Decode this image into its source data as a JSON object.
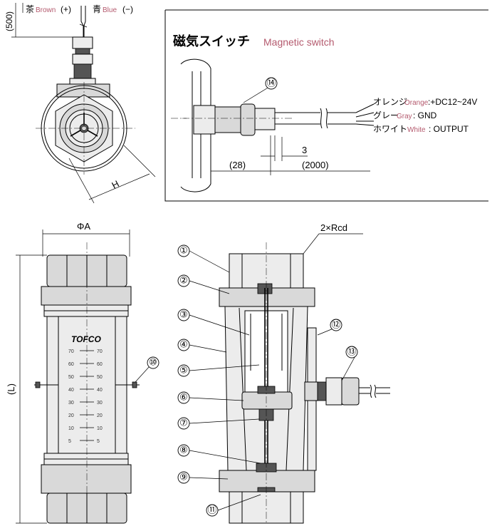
{
  "top_wires": {
    "dim_500": "(500)",
    "brown_jp": "茶",
    "brown_en": "Brown",
    "plus": "(+)",
    "blue_jp": "青",
    "blue_en": "Blue",
    "minus": "(−)",
    "hex_dim": "H"
  },
  "switch_box": {
    "title_jp": "磁気スイッチ",
    "title_en": "Magnetic switch",
    "callout": "⑭",
    "orange_jp": "オレンジ",
    "orange_en": "Orange",
    "orange_val": ":+DC12~24V",
    "gray_jp": "グレー",
    "gray_en": "Gray",
    "gray_val": ": GND",
    "white_jp": "ホワイト",
    "white_en": "White",
    "white_val": ": OUTPUT",
    "dim_3": "3",
    "dim_28": "(28)",
    "dim_2000": "(2000)"
  },
  "front_view": {
    "dim_a": "ΦA",
    "dim_l": "(L)",
    "brand": "TOFCO",
    "callout_10": "⑩",
    "scale_left": [
      "70",
      "60",
      "50",
      "40",
      "30",
      "20",
      "10",
      "5"
    ],
    "scale_right": [
      "70",
      "60",
      "50",
      "40",
      "30",
      "20",
      "10",
      "5"
    ]
  },
  "section_view": {
    "dim_rcd": "2×Rcd",
    "callouts": [
      "①",
      "②",
      "③",
      "④",
      "⑤",
      "⑥",
      "⑦",
      "⑧",
      "⑨",
      "⑪",
      "⑫",
      "⑬"
    ]
  }
}
